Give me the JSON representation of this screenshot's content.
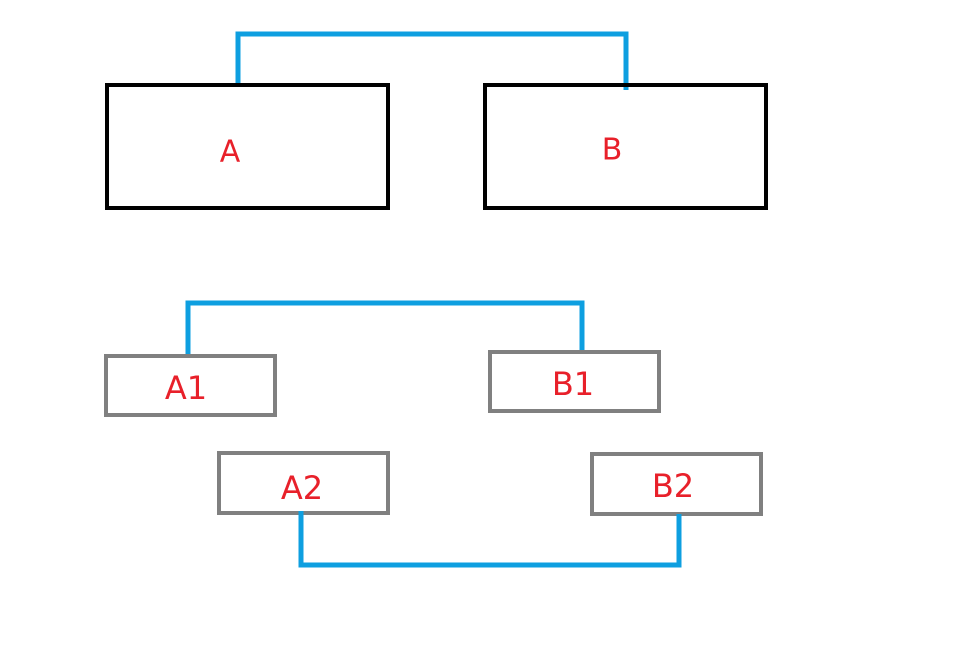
{
  "colors": {
    "background": "#ffffff",
    "connector": "#0e9fe0",
    "primary_border": "#000000",
    "secondary_border": "#808080",
    "label": "#e8202a"
  },
  "top_group": {
    "box_a": {
      "label": "A"
    },
    "box_b": {
      "label": "B"
    }
  },
  "bottom_group": {
    "box_a1": {
      "label": "A1"
    },
    "box_b1": {
      "label": "B1"
    },
    "box_a2": {
      "label": "A2"
    },
    "box_b2": {
      "label": "B2"
    }
  }
}
